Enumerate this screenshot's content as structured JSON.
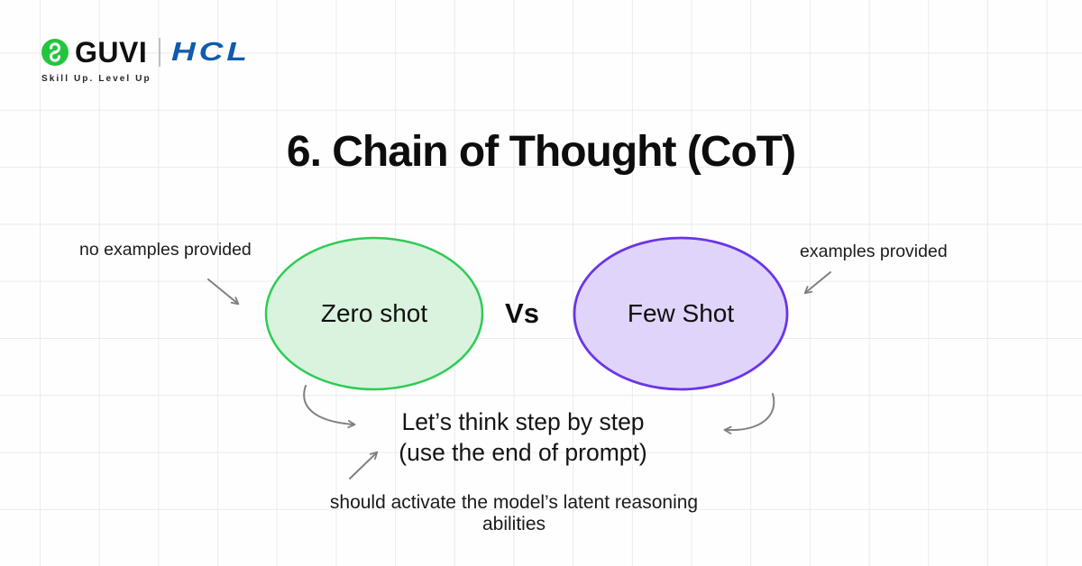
{
  "brand": {
    "name": "GUVI",
    "partner": "HCL",
    "tagline": "Skill Up. Level Up",
    "icon": "guvi-chain-icon",
    "guvi_green": "#23c53e",
    "hcl_blue": "#0f5cab"
  },
  "title": "6. Chain of Thought (CoT)",
  "diagram": {
    "versus": "Vs",
    "left": {
      "label": "Zero shot",
      "annotation": "no examples provided",
      "stroke_color": "#2ecb55",
      "fill_color": "#d9f3de"
    },
    "right": {
      "label": "Few Shot",
      "annotation": "examples provided",
      "stroke_color": "#6a35e8",
      "fill_color": "#e0d4fa"
    },
    "phrase_line1": "Let’s think step by step",
    "phrase_line2": "(use the end of prompt)",
    "note": "should activate the model’s latent reasoning abilities"
  },
  "colors": {
    "arrow": "#808080",
    "grid_line": "#ebebeb",
    "background": "#fefefe",
    "text": "#121212"
  }
}
